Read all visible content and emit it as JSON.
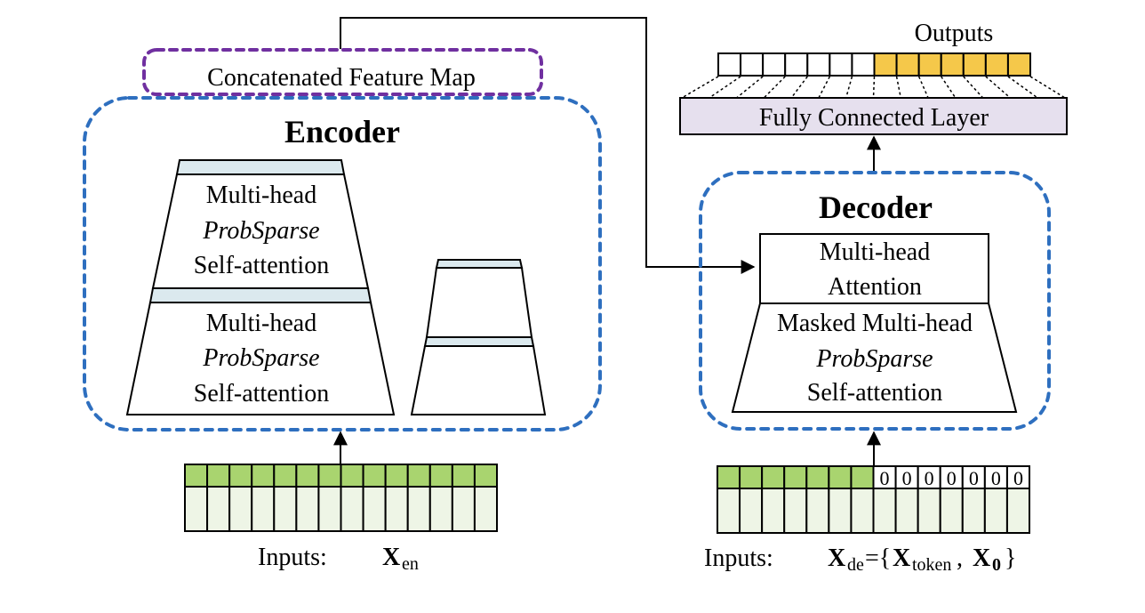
{
  "figure": {
    "concat_label": "Concatenated Feature Map",
    "encoder": {
      "title": "Encoder",
      "blocks": [
        {
          "line1": "Multi-head",
          "line2": "ProbSparse",
          "line3": "Self-attention"
        },
        {
          "line1": "Multi-head",
          "line2": "ProbSparse",
          "line3": "Self-attention"
        }
      ],
      "input_label": "Inputs:",
      "input_symbol": "X",
      "input_subscript": "en",
      "input_cells": 14
    },
    "decoder": {
      "title": "Decoder",
      "cross_attention": {
        "line1": "Multi-head",
        "line2": "Attention"
      },
      "masked_block": {
        "line1": "Masked Multi-head",
        "line2": "ProbSparse",
        "line3": "Self-attention"
      },
      "input_label": "Inputs:",
      "input_symbol": "X",
      "input_subscript": "de",
      "input_eq": "={",
      "token_symbol": "X",
      "token_subscript": "token",
      "comma": ",",
      "zero_symbol": "X",
      "zero_subscript": "0",
      "close_brace": "}",
      "token_cells": 7,
      "zero_cells": 7,
      "zero_value": "0"
    },
    "fc_layer": {
      "label": "Fully Connected Layer"
    },
    "outputs": {
      "label": "Outputs",
      "empty_cells": 7,
      "filled_cells": 7
    }
  },
  "colors": {
    "encoder_border": "#2e6fbf",
    "concat_border": "#7030a0",
    "distill_band": "#dbe9ee",
    "input_green": "#a9d46f",
    "input_light": "#eef5e6",
    "output_yellow": "#f5c84a",
    "fc_fill": "#e6e0ee"
  }
}
